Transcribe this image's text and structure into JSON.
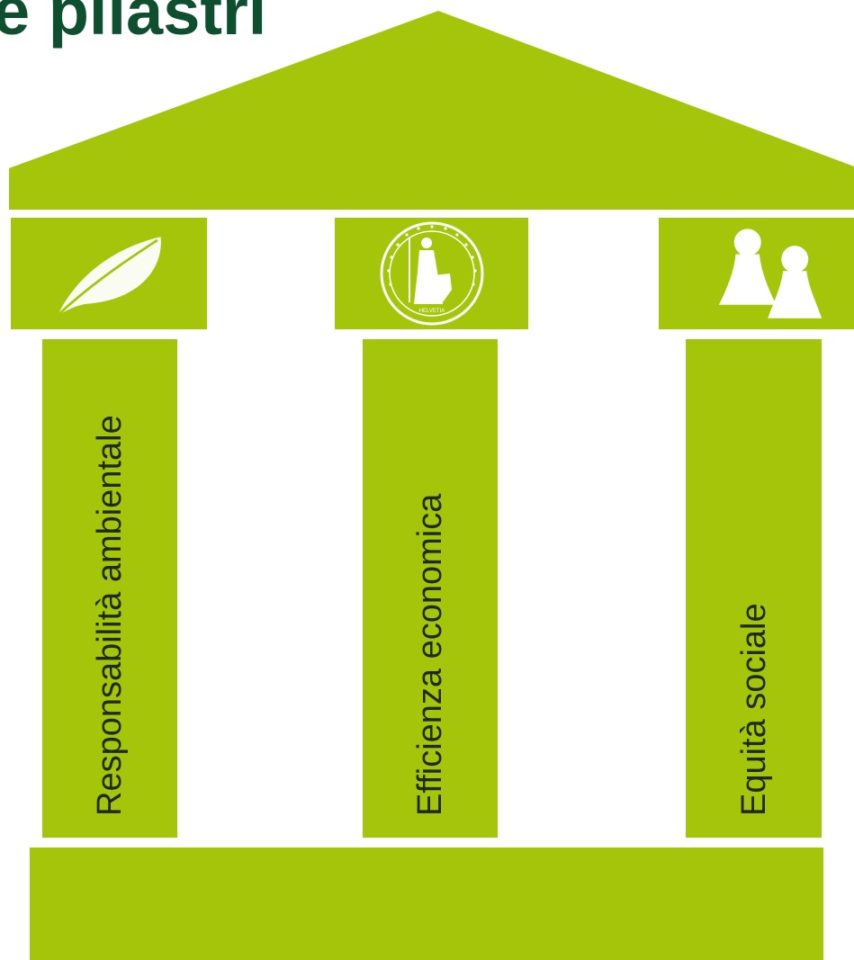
{
  "title": "e pilastri",
  "colors": {
    "green": "#a4c50a",
    "title": "#0d4f2e",
    "label": "#1f2a14",
    "icon": "#ffffff"
  },
  "pillars": [
    {
      "label": "Responsabilità ambientale",
      "icon": "leaf-icon"
    },
    {
      "label": "Efficienza economica",
      "icon": "helvetia-coin-icon"
    },
    {
      "label": "Equità sociale",
      "icon": "people-pawns-icon"
    }
  ],
  "coin_text": "HELVETIA"
}
